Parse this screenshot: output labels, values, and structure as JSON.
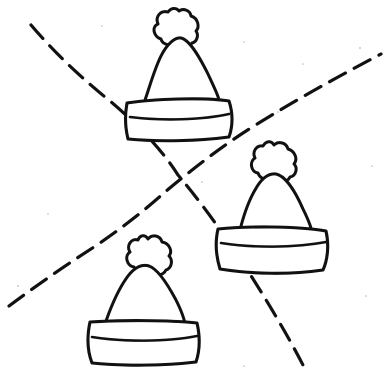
{
  "colors": {
    "background": "#ffffff",
    "ink": "#111111",
    "speckles": "#b9b9b9"
  },
  "scene": {
    "items": [
      {
        "name": "santa-hat-top",
        "icon": "santa-hat-icon"
      },
      {
        "name": "santa-hat-right",
        "icon": "santa-hat-icon"
      },
      {
        "name": "santa-hat-bottom-left",
        "icon": "santa-hat-icon"
      }
    ],
    "dividers": [
      {
        "name": "dashed-line-diagonal-down",
        "style": "dashed"
      },
      {
        "name": "dashed-line-diagonal-up",
        "style": "dashed"
      }
    ]
  }
}
